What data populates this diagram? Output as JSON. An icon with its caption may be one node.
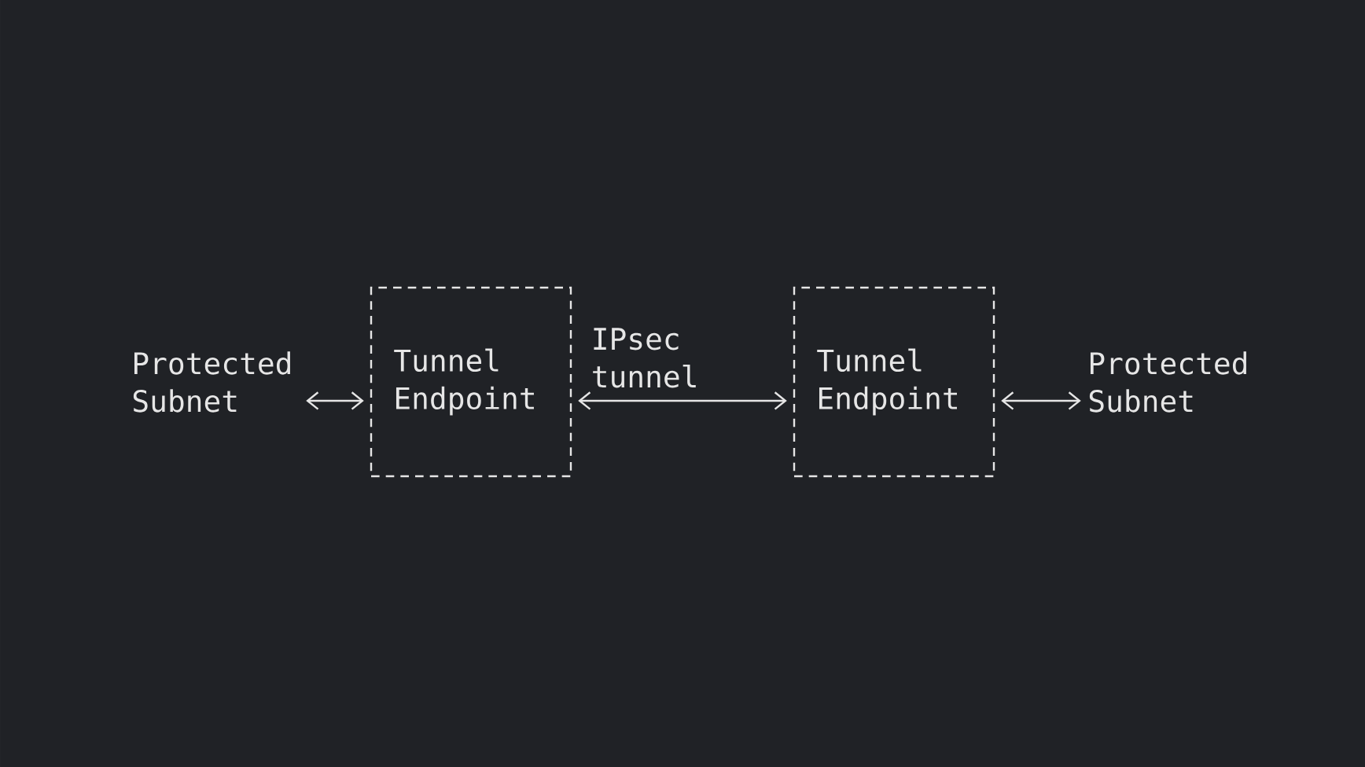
{
  "diagram": {
    "nodes": [
      {
        "text": [
          "Protected Subnet"
        ]
      },
      {
        "text": [
          "Tunnel Endpoint"
        ]
      },
      {
        "text": [
          "Tunnel Endpoint"
        ]
      },
      {
        "text": [
          "Protected Subnet"
        ]
      }
    ],
    "edges": [
      {
        "from": 0,
        "to": 1,
        "arrow": "both"
      },
      {
        "from": 1,
        "to": 2,
        "arrow": "both",
        "label": "IPsec tunnel"
      },
      {
        "from": 2,
        "to": 3,
        "arrow": "both"
      }
    ]
  }
}
